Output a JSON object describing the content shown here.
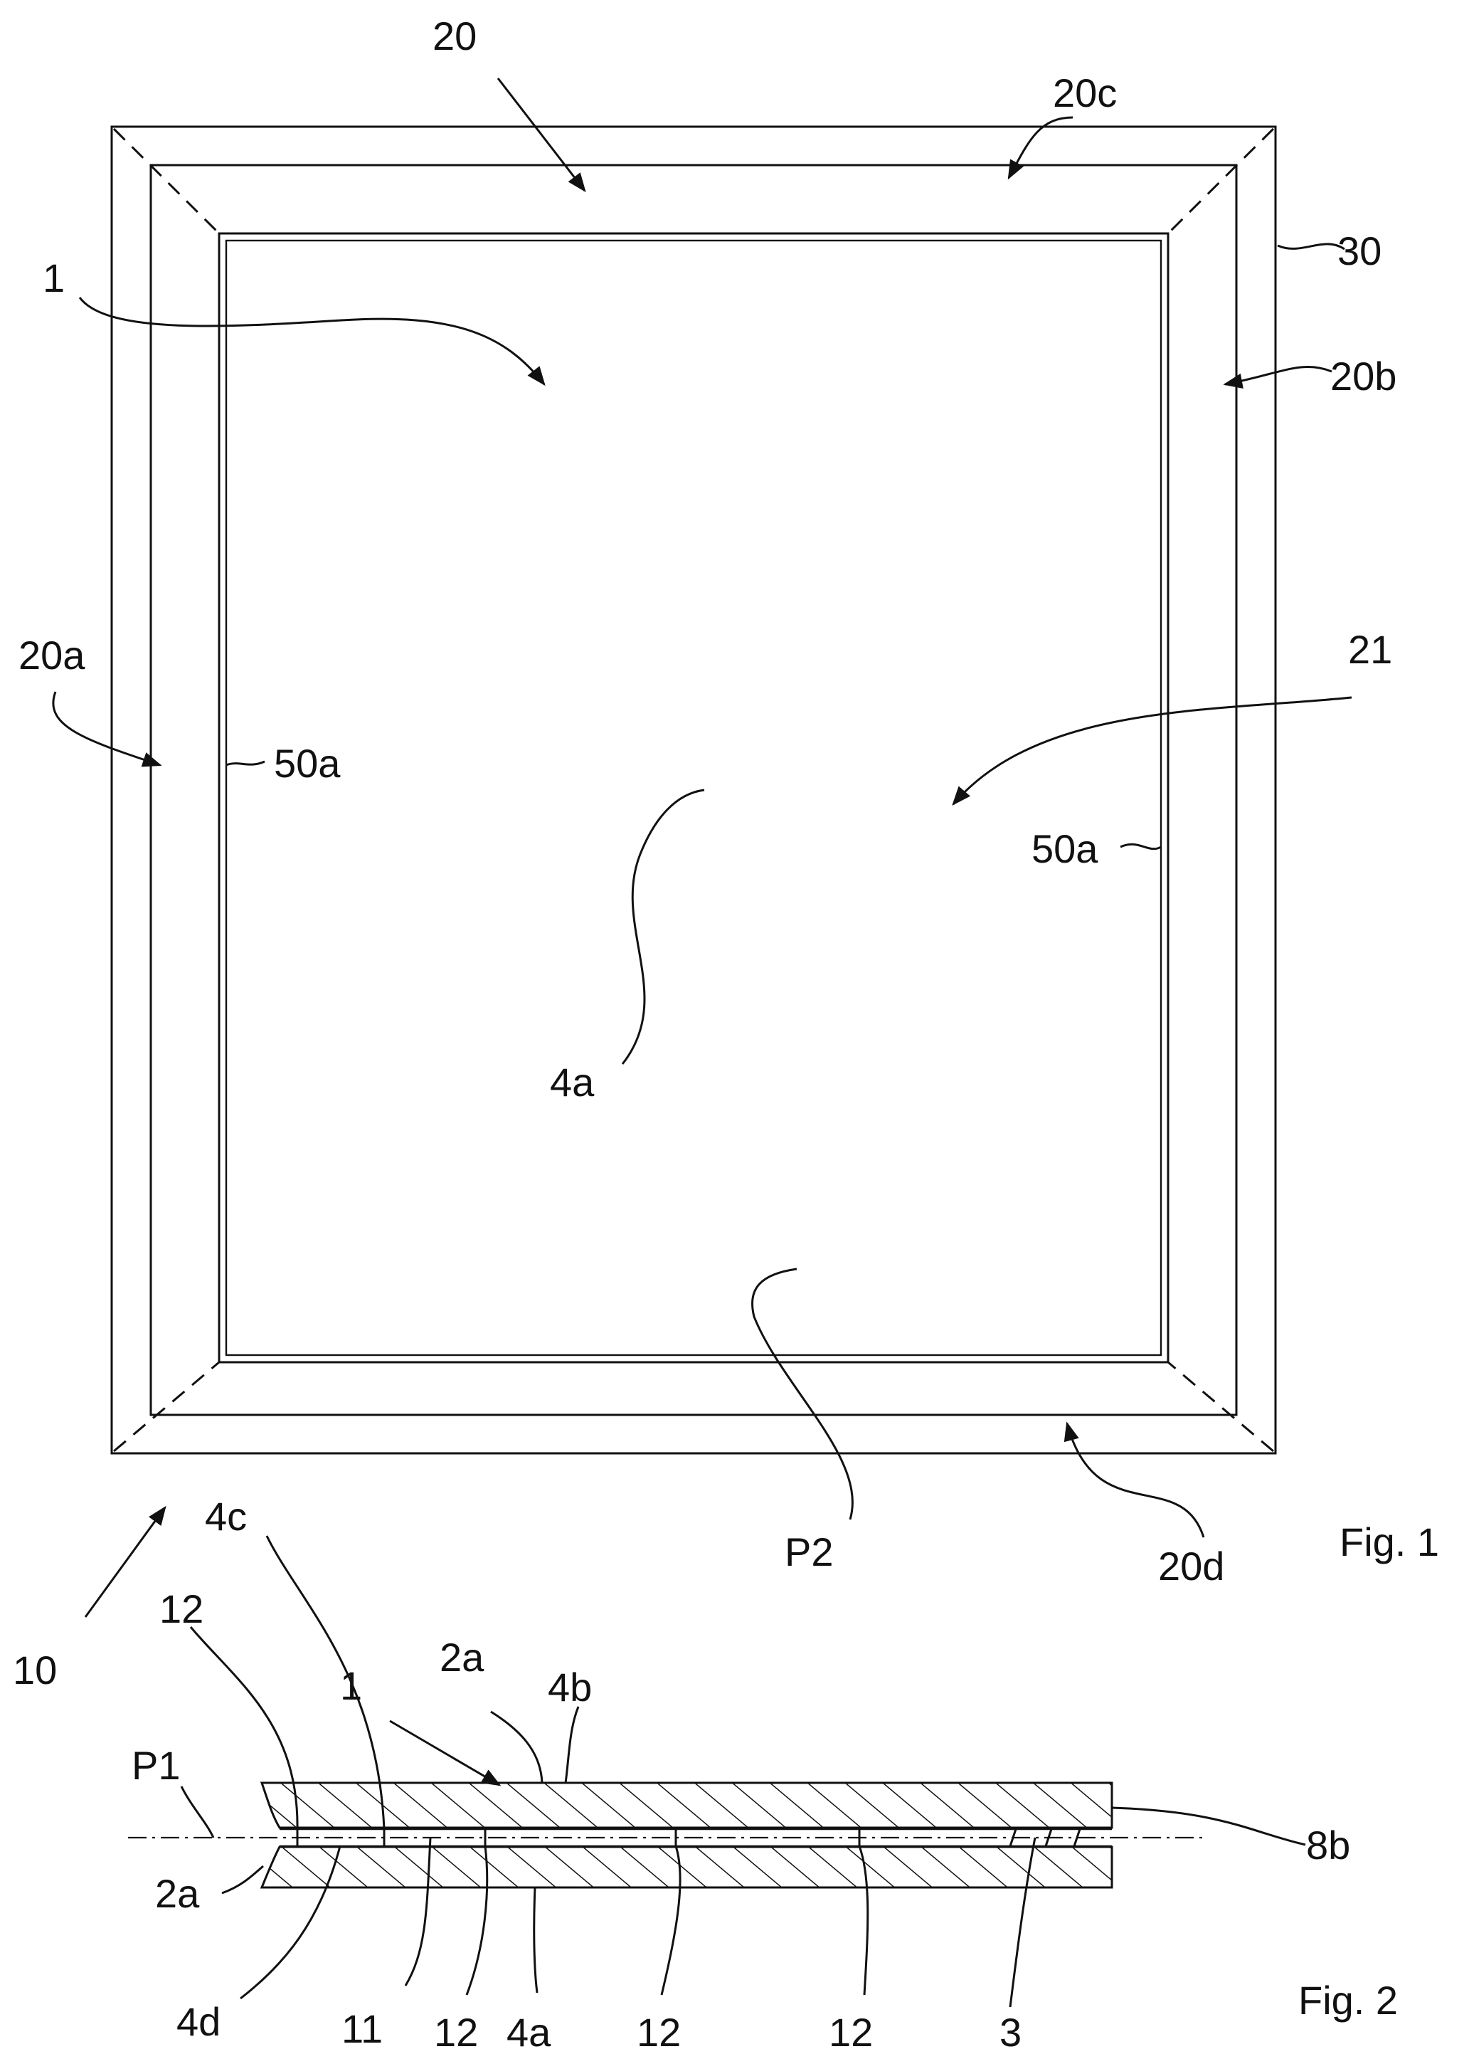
{
  "figures": {
    "fig1": "Fig. 1",
    "fig2": "Fig. 2"
  },
  "labels": {
    "l20": "20",
    "l20c": "20c",
    "l30": "30",
    "l1": "1",
    "l20b": "20b",
    "l20a": "20a",
    "l50a_left": "50a",
    "l21": "21",
    "l50a_right": "50a",
    "l4a_fig1": "4a",
    "lP2": "P2",
    "l20d": "20d",
    "l10": "10",
    "l4c": "4c",
    "l12_top": "12",
    "l1_fig2": "1",
    "l2a_top": "2a",
    "l4b": "4b",
    "lP1": "P1",
    "l8b": "8b",
    "l2a_bottom": "2a",
    "l4d": "4d",
    "l11": "11",
    "l12_b1": "12",
    "l4a_fig2": "4a",
    "l12_b2": "12",
    "l12_b3": "12",
    "l3": "3"
  }
}
